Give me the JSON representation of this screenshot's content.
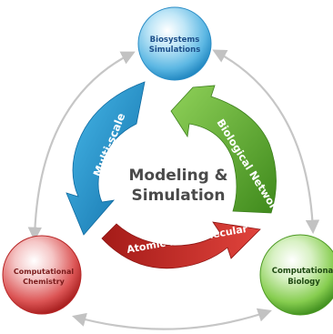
{
  "center": {
    "line1": "Modeling &",
    "line2": "Simulation"
  },
  "nodes": [
    {
      "id": "biosystems",
      "line1": "Biosystems",
      "line2": "Simulations",
      "text_color": "#1d4f8a"
    },
    {
      "id": "comp-chem",
      "line1": "Computational",
      "line2": "Chemistry",
      "text_color": "#7a1a1a"
    },
    {
      "id": "comp-bio",
      "line1": "Computational",
      "line2": "Biology",
      "text_color": "#1f4a12"
    }
  ],
  "arrows": [
    {
      "id": "multiscale",
      "label": "Multi-scale",
      "color": "#1e9ad3"
    },
    {
      "id": "networks",
      "label": "Biological Networks",
      "color": "#5fb530"
    },
    {
      "id": "atomic",
      "label": "Atomic and Molecular",
      "color": "#c42622"
    }
  ],
  "colors": {
    "connector": "#c9c9c9",
    "blue_sphere": "#4fb0e0",
    "red_sphere": "#d23a3a",
    "green_sphere": "#7cc442"
  }
}
